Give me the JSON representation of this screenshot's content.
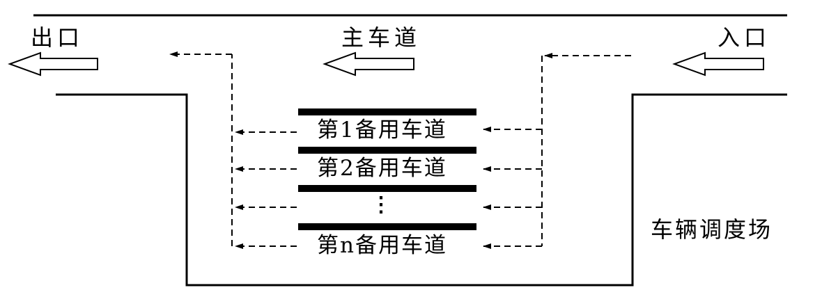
{
  "labels": {
    "exit": "出口",
    "main_road": "主车道",
    "entrance": "入口",
    "depot": "车辆调度场",
    "ellipsis": "⋮"
  },
  "lanes": [
    {
      "label": "第1备用车道"
    },
    {
      "label": "第2备用车道"
    },
    {
      "label": ""
    },
    {
      "label": "第n备用车道"
    }
  ],
  "colors": {
    "line": "#000000",
    "background": "#ffffff"
  }
}
